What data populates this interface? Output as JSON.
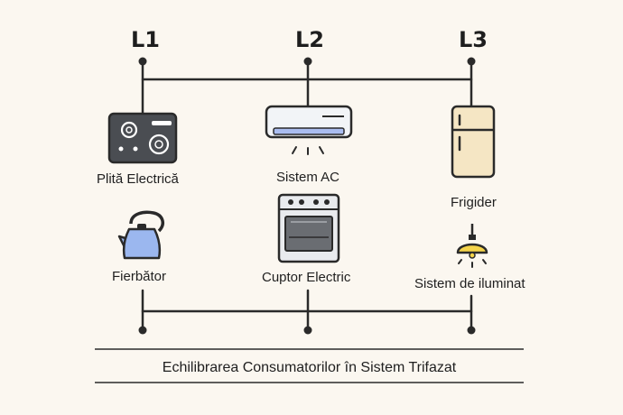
{
  "phases": [
    "L1",
    "L2",
    "L3"
  ],
  "appliances": {
    "plita": {
      "label": "Plită Electrică",
      "icon": "electric-stove-icon"
    },
    "ac": {
      "label": "Sistem AC",
      "icon": "air-conditioner-icon"
    },
    "frigider": {
      "label": "Frigider",
      "icon": "refrigerator-icon"
    },
    "fierbator": {
      "label": "Fierbător",
      "icon": "kettle-icon"
    },
    "cuptor": {
      "label": "Cuptor Electric",
      "icon": "oven-icon"
    },
    "iluminat": {
      "label": "Sistem de iluminat",
      "icon": "ceiling-lamp-icon"
    }
  },
  "caption": "Echilibrarea Consumatorilor în Sistem Trifazat",
  "colors": {
    "line": "#2a2a2a",
    "background": "#fbf7f0",
    "ac_accent": "#aabdf0",
    "kettle": "#9bb7ef",
    "fridge": "#f5e6c4",
    "lamp": "#f5d44a"
  }
}
